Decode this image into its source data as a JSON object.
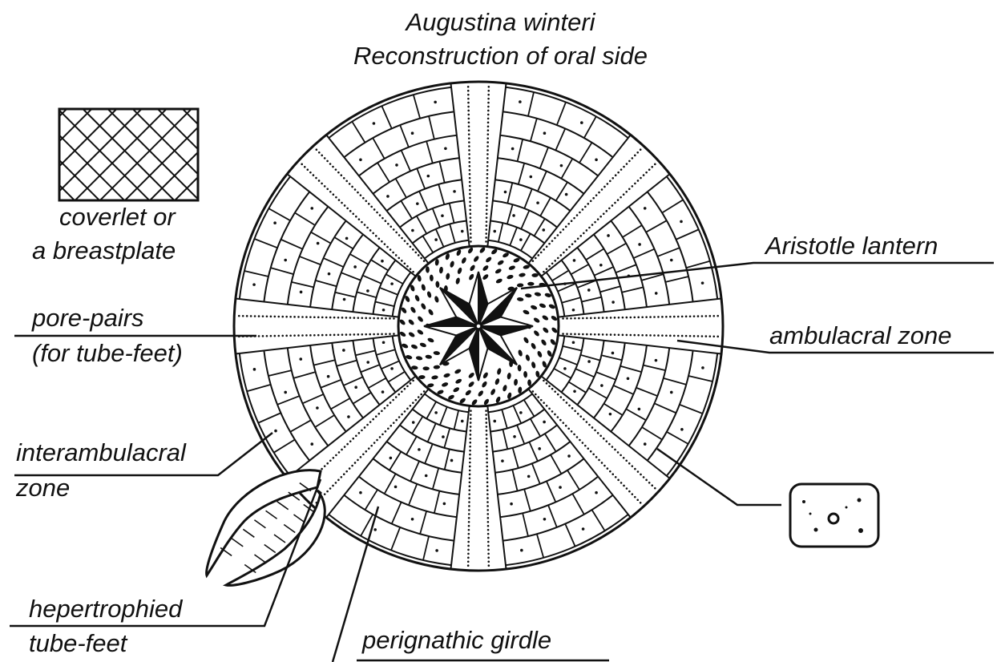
{
  "title": {
    "line1": "Augustina winteri",
    "line2": "Reconstruction of oral side"
  },
  "labels": {
    "coverlet_line1": "coverlet or",
    "coverlet_line2": "a  breastplate",
    "pore_pairs_line1": "pore-pairs",
    "pore_pairs_line2": "(for tube-feet)",
    "interamb_line1": "interambulacral",
    "interamb_line2": "zone",
    "hypertrophied_line1": "hepertrophied",
    "hypertrophied_line2": "tube-feet",
    "aristotle": "Aristotle lantern",
    "ambulacral": "ambulacral zone",
    "perignathic": "perignathic girdle"
  },
  "colors": {
    "ink": "#111111",
    "background": "#ffffff"
  }
}
